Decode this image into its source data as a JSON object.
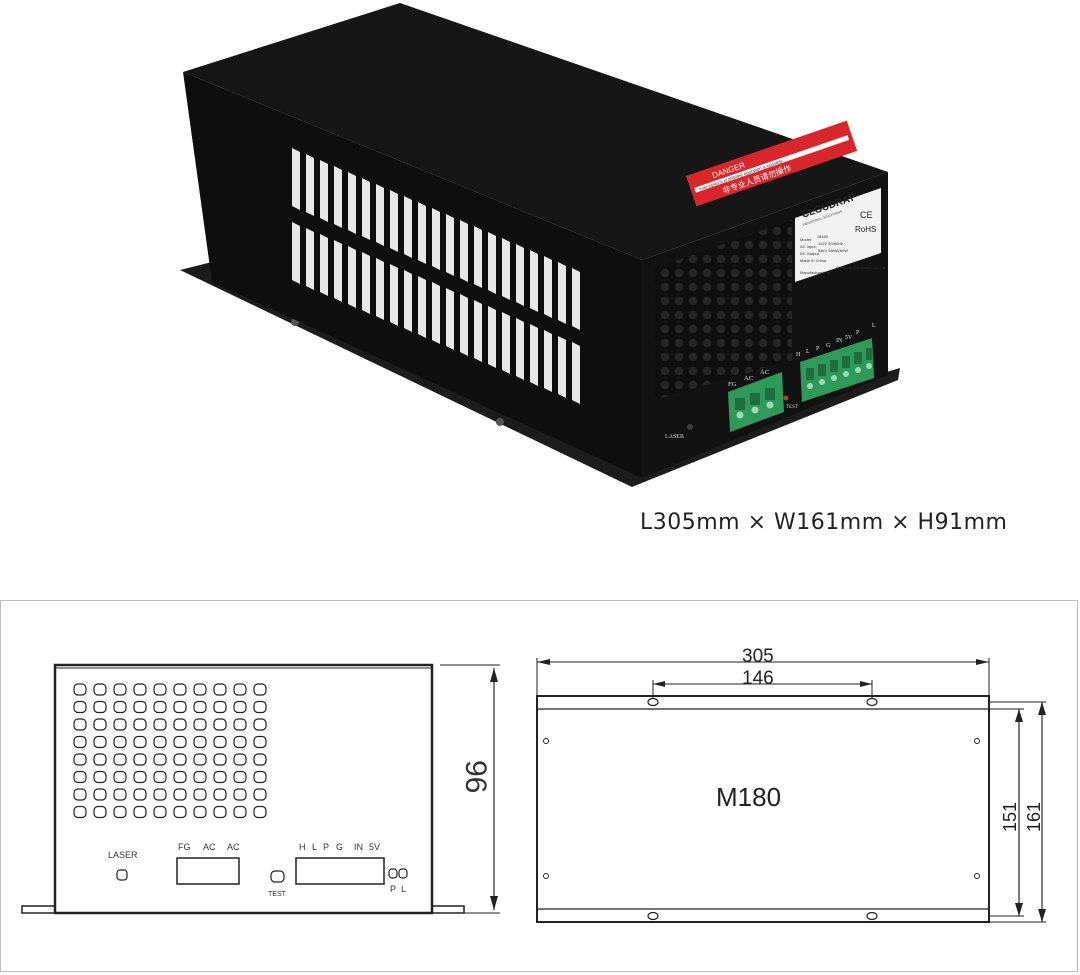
{
  "caption": {
    "dimensions": "L305mm × W161mm × H91mm"
  },
  "product": {
    "brand": "CLOUDRAY",
    "brand_sub": "INDUSTRIAL SOLUTIONS",
    "cert_ce": "CE",
    "cert_rohs": "RoHS",
    "model_label": "Model:",
    "model_value": "M180",
    "ac_input_label": "AC Input:",
    "ac_input_value": "110V 50/60Hz",
    "dc_output_label": "DC Output:",
    "dc_output_value": "34kV 58mA/60W",
    "made_in": "Made In China",
    "manufacturer_label": "Manufactured by:",
    "manufacturer_value": "Cloudray Company Co., Ltd.",
    "warning_title": "DANGER",
    "warning_text": "Interruptions prohibited operation is possible",
    "warning_cn": "非专业人员请勿操作",
    "labels_left": [
      "FG",
      "AC",
      "AC"
    ],
    "labels_right": [
      "H",
      "L",
      "P",
      "G",
      "IN",
      "5V",
      "P",
      "L"
    ],
    "laser_label": "LASER",
    "test_label": "TEST",
    "colors": {
      "body": "#141414",
      "terminal": "#2e9a5a",
      "warning": "#d8262b"
    }
  },
  "drawing": {
    "front": {
      "height_label": "96",
      "laser_label": "LASER",
      "test_label": "TEST",
      "group1_labels": [
        "FG",
        "AC",
        "AC"
      ],
      "group2_labels": [
        "H",
        "L",
        "P",
        "G",
        "IN",
        "5V"
      ],
      "pl_labels": [
        "P",
        "L"
      ]
    },
    "top": {
      "length_label": "305",
      "hole_spacing_label": "146",
      "model_label": "M180",
      "inner_width_label": "151",
      "outer_width_label": "161"
    }
  }
}
